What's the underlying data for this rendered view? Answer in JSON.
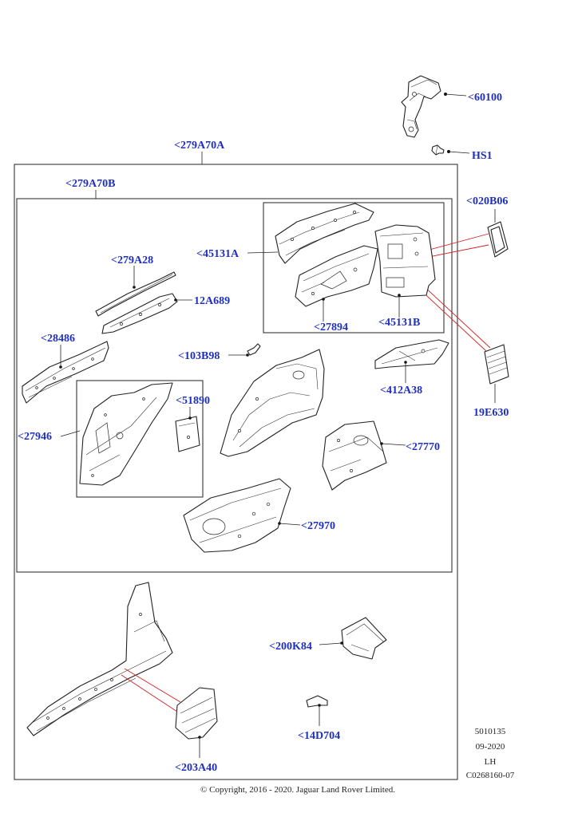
{
  "labels": {
    "l60100": "<60100",
    "lHS1": "HS1",
    "l279A70A": "<279A70A",
    "l279A70B": "<279A70B",
    "l020B06": "<020B06",
    "l45131A": "<45131A",
    "l279A28": "<279A28",
    "l12A689": "12A689",
    "l27894": "<27894",
    "l45131B": "<45131B",
    "l19E630": "19E630",
    "l28486": "<28486",
    "l103B98": "<103B98",
    "l412A38": "<412A38",
    "l51890": "<51890",
    "l27946": "<27946",
    "l27770": "<27770",
    "l27970": "<27970",
    "l200K84": "<200K84",
    "l14D704": "<14D704",
    "l203A40": "<203A40"
  },
  "meta": {
    "code1": "5010135",
    "date": "09-2020",
    "side": "LH",
    "code2": "C0268160-07"
  },
  "copyright": "© Copyright, 2016 - 2020. Jaguar Land Rover Limited.",
  "colors": {
    "label": "#1f2fbf",
    "leader_red": "#d42020",
    "line": "#222222"
  }
}
